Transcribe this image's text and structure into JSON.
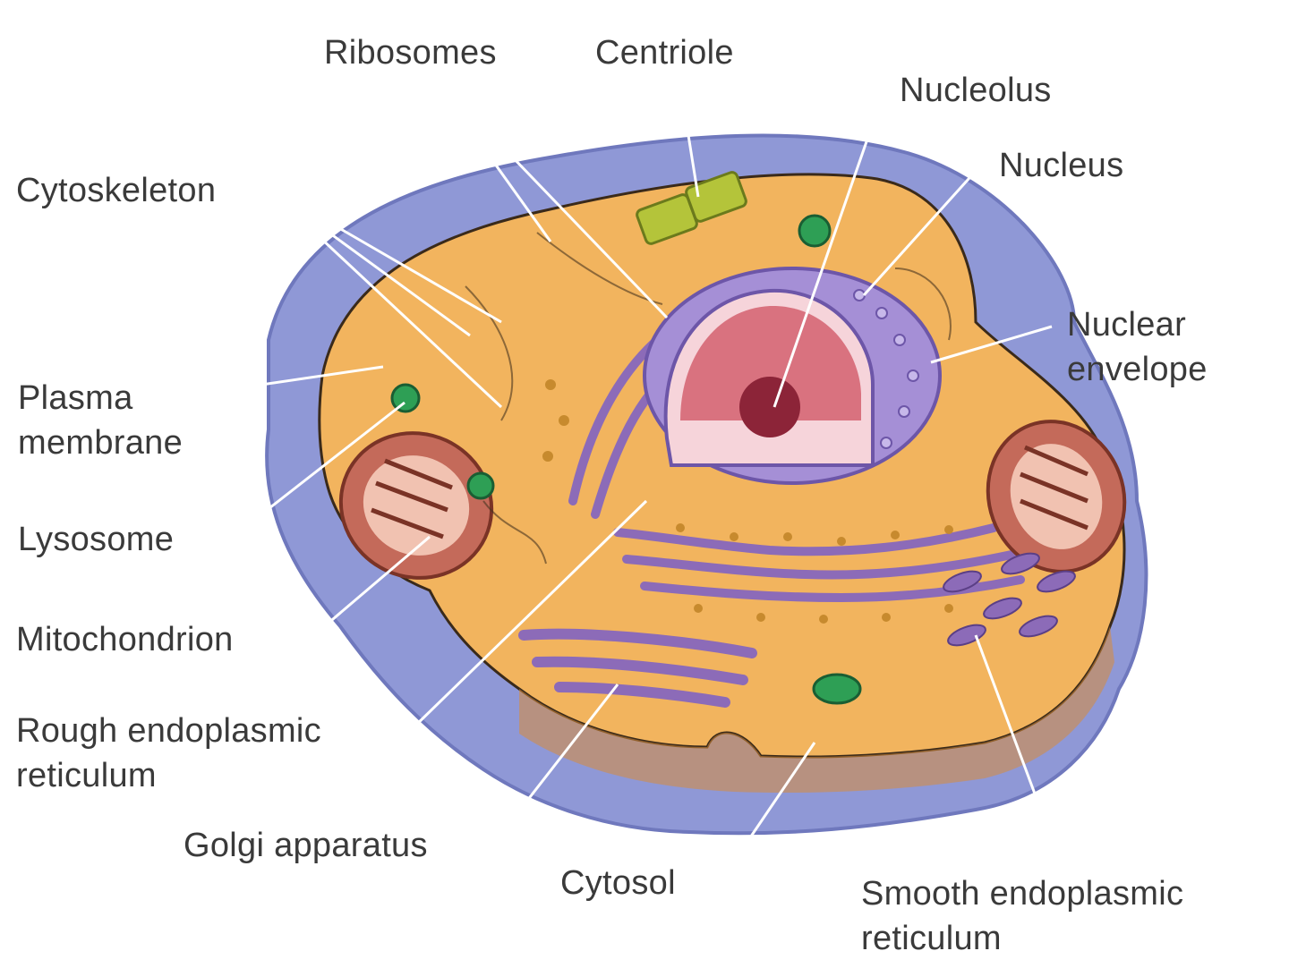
{
  "colors": {
    "plasma_membrane": "#8f98d6",
    "plasma_membrane_dark": "#6f78bd",
    "cytosol": "#f2b45e",
    "cytosol_dark": "#d98d3a",
    "nucleus_envelope": "#a58fd6",
    "nucleolus_inner": "#d9727f",
    "mitochondrion": "#c46a5a",
    "er": "#8c6bb8",
    "lysosome": "#2e9f55",
    "centriole": "#b4c43a",
    "leader_line": "#ffffff",
    "label_text": "#3a3a3a"
  },
  "labels": {
    "ribosomes": "Ribosomes",
    "centriole": "Centriole",
    "nucleolus": "Nucleolus",
    "nucleus": "Nucleus",
    "cytoskeleton": "Cytoskeleton",
    "nuclear_envelope": [
      "Nuclear",
      "envelope"
    ],
    "plasma_membrane": [
      "Plasma",
      "membrane"
    ],
    "lysosome": "Lysosome",
    "mitochondrion": "Mitochondrion",
    "rough_er": [
      "Rough endoplasmic",
      "reticulum"
    ],
    "golgi": "Golgi apparatus",
    "cytosol": "Cytosol",
    "smooth_er": [
      "Smooth endoplasmic",
      "reticulum"
    ]
  }
}
